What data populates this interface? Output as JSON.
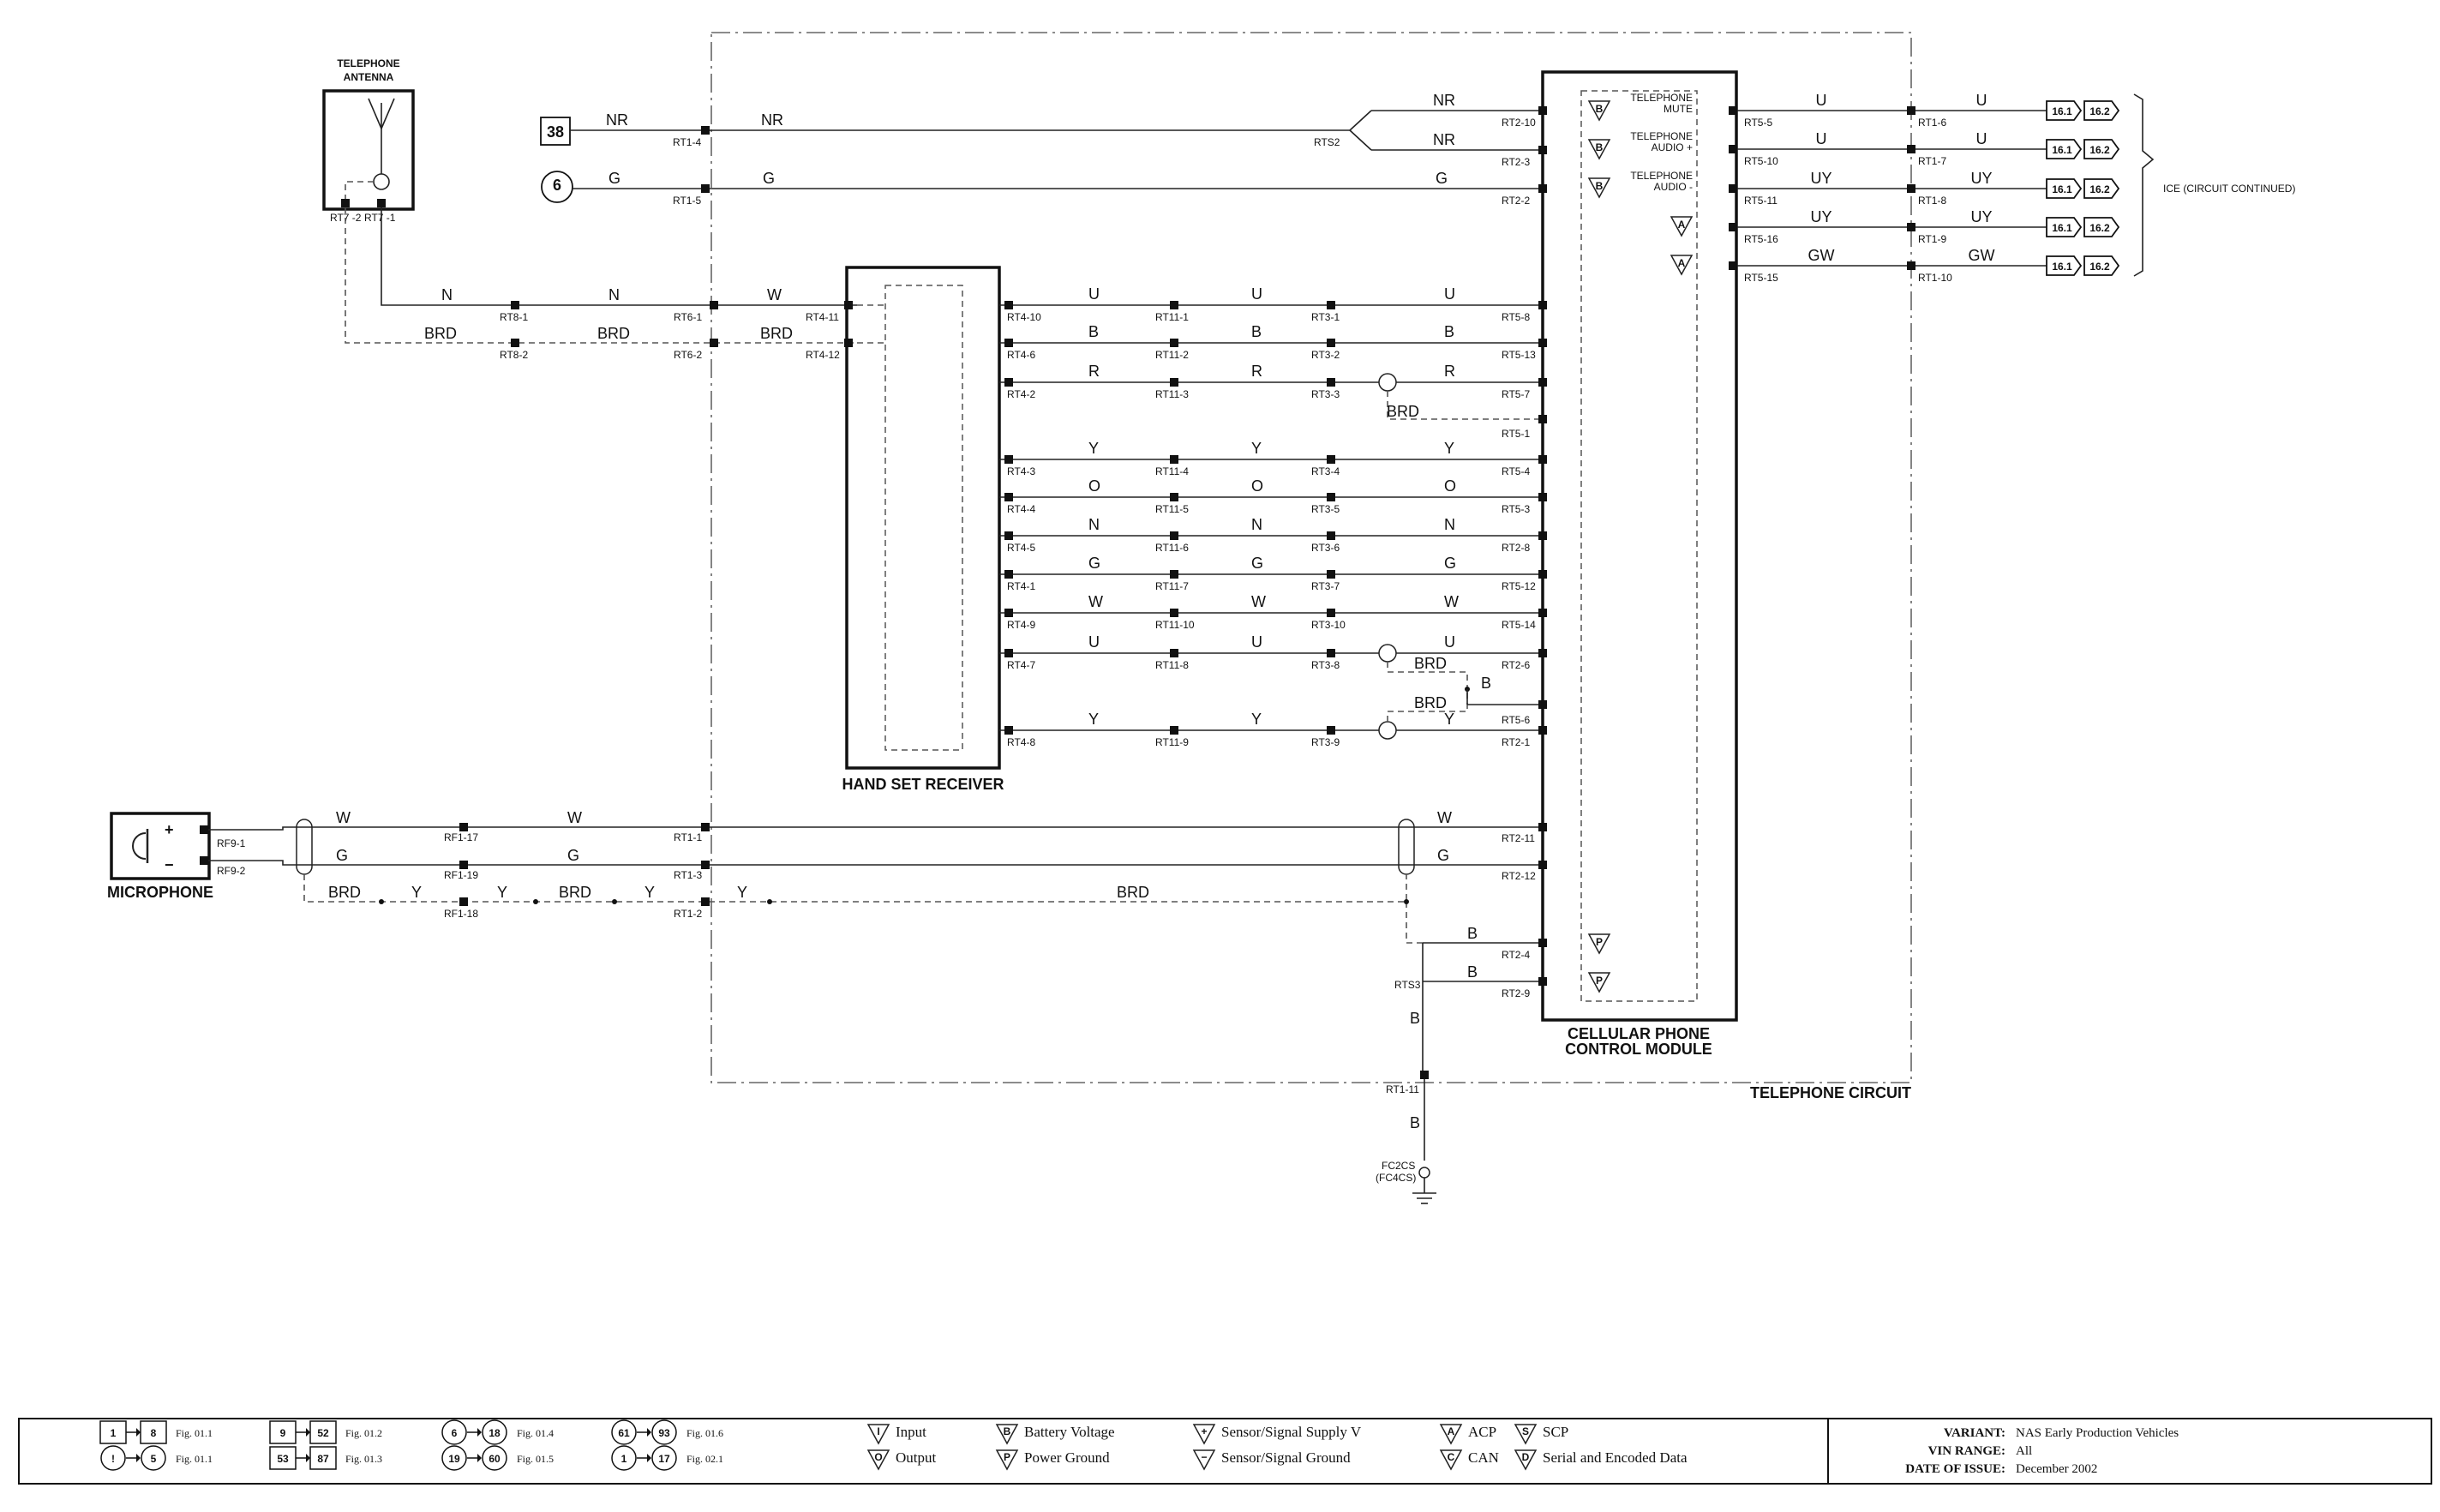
{
  "labels": {
    "antenna": [
      "TELEPHONE",
      "ANTENNA"
    ],
    "handset": "HAND SET RECEIVER",
    "module": [
      "CELLULAR PHONE",
      "CONTROL MODULE"
    ],
    "circuit": "TELEPHONE CIRCUIT",
    "microphone": "MICROPHONE",
    "ice": "ICE (CIRCUIT CONTINUED)",
    "ref38": "38",
    "ref6": "6"
  },
  "module_pins": [
    {
      "label": [
        "TELEPHONE",
        "MUTE"
      ],
      "code": "RT5-5"
    },
    {
      "label": [
        "TELEPHONE",
        "AUDIO +"
      ],
      "code": "RT5-10"
    },
    {
      "label": [
        "TELEPHONE",
        "AUDIO -"
      ],
      "code": "RT5-11"
    },
    {
      "label": [],
      "code": "RT5-16"
    },
    {
      "label": [],
      "code": "RT5-15"
    }
  ],
  "output_wires": [
    "U",
    "U",
    "UY",
    "UY",
    "GW"
  ],
  "output_codes": [
    "RT1-6",
    "RT1-7",
    "RT1-8",
    "RT1-9",
    "RT1-10"
  ],
  "output_fig_refs": [
    "16.1",
    "16.2"
  ],
  "top_wires": {
    "nr": "NR",
    "g": "G",
    "codes": {
      "rt14": "RT1-4",
      "rt15": "RT1-5",
      "rts2": "RTS2",
      "rt210": "RT2-10",
      "rt23": "RT2-3",
      "rt22": "RT2-2"
    }
  },
  "antenna_wires": {
    "n": "N",
    "brd": "BRD",
    "w": "W",
    "codes": {
      "rt72": "RT7 -2",
      "rt71": "RT7 -1",
      "rt81": "RT8-1",
      "rt82": "RT8-2",
      "rt61": "RT6-1",
      "rt62": "RT6-2",
      "rt411": "RT4-11",
      "rt412": "RT4-12"
    }
  },
  "handset_wires": [
    {
      "color": "U",
      "hs": "RT4-10",
      "m1": "RT11-1",
      "m2": "RT3-1",
      "end": "RT5-8"
    },
    {
      "color": "B",
      "hs": "RT4-6",
      "m1": "RT11-2",
      "m2": "RT3-2",
      "end": "RT5-13"
    },
    {
      "color": "R",
      "hs": "RT4-2",
      "m1": "RT11-3",
      "m2": "RT3-3",
      "end": "RT5-7"
    },
    {
      "color": "Y",
      "hs": "RT4-3",
      "m1": "RT11-4",
      "m2": "RT3-4",
      "end": "RT5-4"
    },
    {
      "color": "O",
      "hs": "RT4-4",
      "m1": "RT11-5",
      "m2": "RT3-5",
      "end": "RT5-3"
    },
    {
      "color": "N",
      "hs": "RT4-5",
      "m1": "RT11-6",
      "m2": "RT3-6",
      "end": "RT2-8"
    },
    {
      "color": "G",
      "hs": "RT4-1",
      "m1": "RT11-7",
      "m2": "RT3-7",
      "end": "RT5-12"
    },
    {
      "color": "W",
      "hs": "RT4-9",
      "m1": "RT11-10",
      "m2": "RT3-10",
      "end": "RT5-14"
    },
    {
      "color": "U",
      "hs": "RT4-7",
      "m1": "RT11-8",
      "m2": "RT3-8",
      "end": "RT2-6"
    },
    {
      "color": "Y",
      "hs": "RT4-8",
      "m1": "RT11-9",
      "m2": "RT3-9",
      "end": "RT2-1"
    }
  ],
  "shield_wires": {
    "brd": "BRD",
    "b": "B",
    "codes": {
      "rt51": "RT5-1",
      "rt56": "RT5-6"
    }
  },
  "mic_wires": {
    "w": "W",
    "g": "G",
    "brd": "BRD",
    "y": "Y",
    "b": "B",
    "plus": "+",
    "minus": "−",
    "codes": {
      "rf91": "RF9-1",
      "rf92": "RF9-2",
      "rf117": "RF1-17",
      "rf119": "RF1-19",
      "rf118": "RF1-18",
      "rt11": "RT1-1",
      "rt13": "RT1-3",
      "rt12": "RT1-2",
      "rt211": "RT2-11",
      "rt212": "RT2-12",
      "rt24": "RT2-4",
      "rt29": "RT2-9",
      "rts3": "RTS3",
      "rt111": "RT1-11",
      "fc2cs": "FC2CS",
      "fc4cs": "(FC4CS)"
    }
  },
  "pin_symbols": {
    "b": "B",
    "a": "A",
    "p": "P"
  },
  "legend": {
    "fig_refs": [
      {
        "a": "1",
        "b": "8",
        "fig": "Fig. 01.1"
      },
      {
        "a": "!",
        "b": "5",
        "fig": "Fig. 01.1"
      },
      {
        "a": "9",
        "b": "52",
        "fig": "Fig. 01.2"
      },
      {
        "a": "53",
        "b": "87",
        "fig": "Fig. 01.3"
      },
      {
        "a": "6",
        "b": "18",
        "fig": "Fig. 01.4"
      },
      {
        "a": "19",
        "b": "60",
        "fig": "Fig. 01.5"
      },
      {
        "a": "61",
        "b": "93",
        "fig": "Fig. 01.6"
      },
      {
        "a": "1",
        "b": "17",
        "fig": "Fig. 02.1"
      }
    ],
    "symbols": [
      {
        "sym": "I",
        "text": "Input"
      },
      {
        "sym": "O",
        "text": "Output"
      },
      {
        "sym": "B",
        "text": "Battery Voltage"
      },
      {
        "sym": "P",
        "text": "Power Ground"
      },
      {
        "sym": "+",
        "text": "Sensor/Signal Supply V"
      },
      {
        "sym": "−",
        "text": "Sensor/Signal Ground"
      },
      {
        "sym": "A",
        "text": "ACP"
      },
      {
        "sym": "C",
        "text": "CAN"
      },
      {
        "sym": "S",
        "text": "SCP"
      },
      {
        "sym": "D",
        "text": "Serial and Encoded Data"
      }
    ],
    "variant_label": "VARIANT:",
    "variant_value": "NAS Early Production Vehicles",
    "vin_label": "VIN RANGE:",
    "vin_value": "All",
    "date_label": "DATE OF ISSUE:",
    "date_value": "December 2002"
  }
}
